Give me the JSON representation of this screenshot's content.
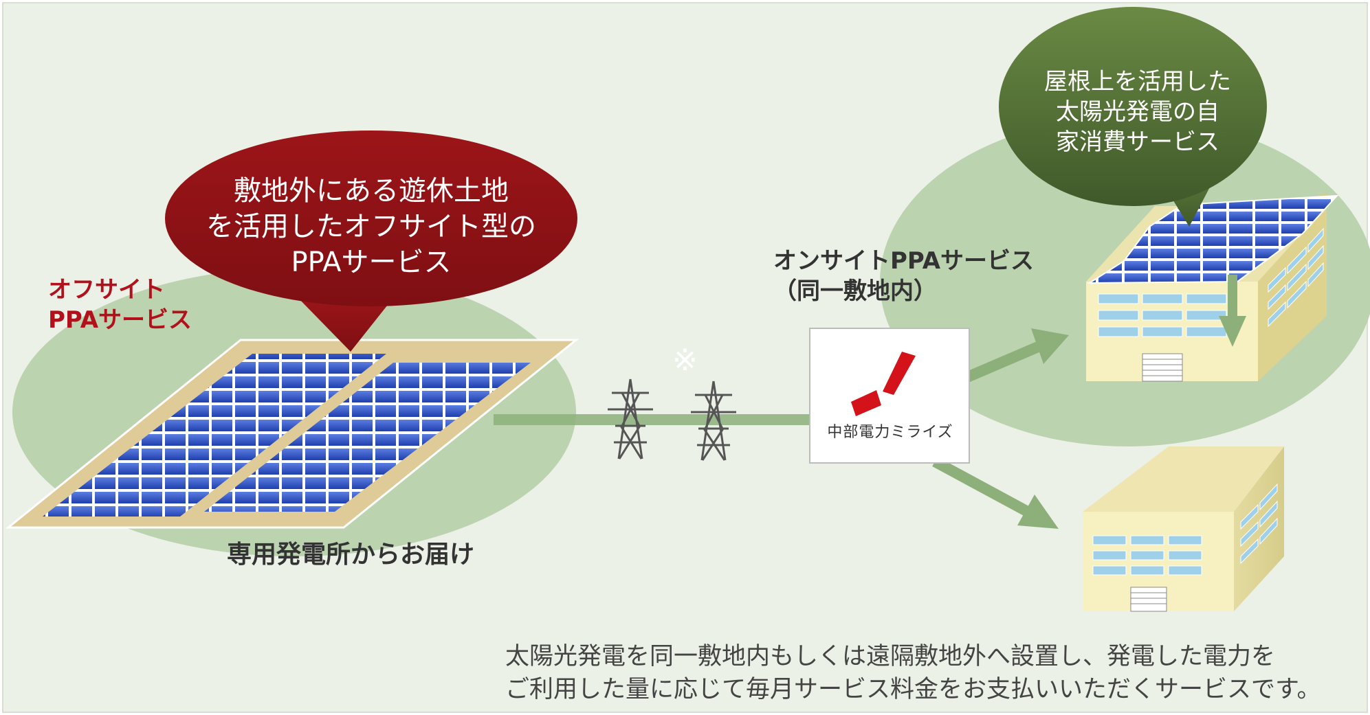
{
  "offsite_bubble": {
    "text": "敷地外にある遊休土地\nを活用したオフサイト型の\nPPAサービス"
  },
  "offsite_label": {
    "text": "オフサイト\nPPAサービス"
  },
  "dedicated_plant_label": {
    "text": "専用発電所からお届け"
  },
  "note_mark": {
    "text": "※"
  },
  "onsite_label": {
    "text": "オンサイトPPAサービス\n（同一敷地内）"
  },
  "company_logo": {
    "name": "中部電力ミライズ",
    "icon": "chubu-electric-miraiz-logo"
  },
  "onsite_bubble": {
    "text": "屋根上を活用した\n太陽光発電の自\n家消費サービス"
  },
  "description": {
    "text": "太陽光発電を同一敷地内もしくは遠隔敷地外へ設置し、発電した電力を\nご利用した量に応じて毎月サービス料金をお支払いいただくサービスです。"
  },
  "colors": {
    "background": "#ebf1e7",
    "offsite_bubble": "#8b1216",
    "onsite_bubble": "#4f6b34",
    "offsite_label": "#b2101a",
    "field": "#bcd3b0",
    "arrow": "#8db07a",
    "logo_red": "#d4121a",
    "building_wall": "#f7f0c0",
    "solar_panel": "#3355c6"
  }
}
